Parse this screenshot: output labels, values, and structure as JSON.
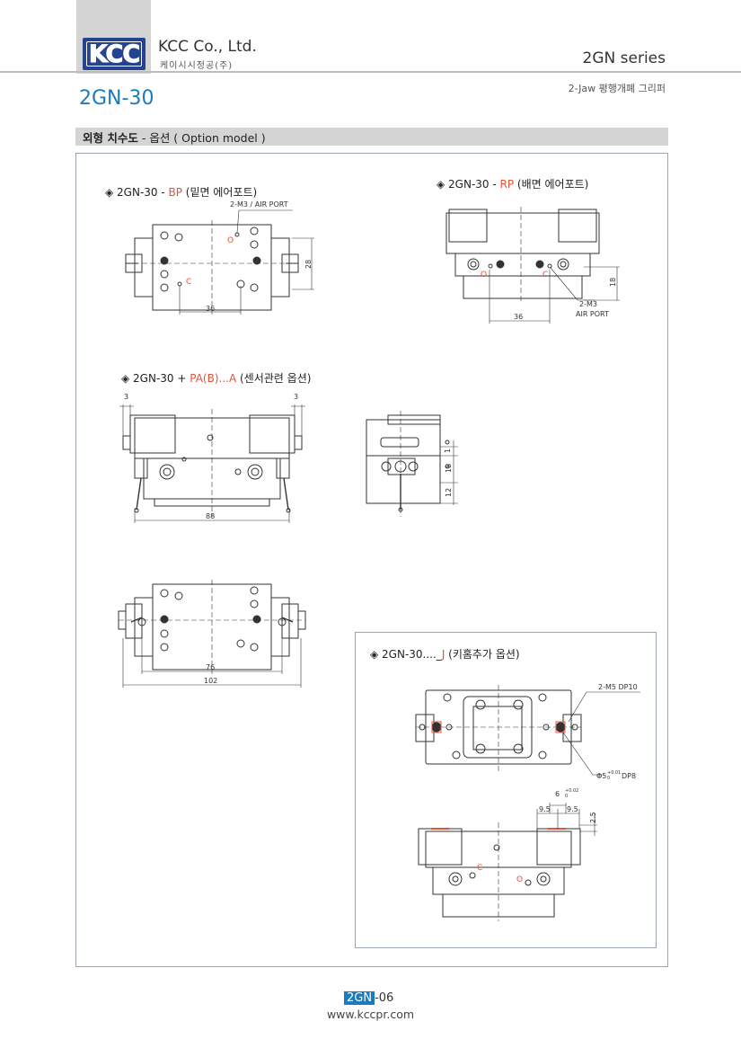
{
  "header": {
    "logo_text": "KCC",
    "company_name": "KCC Co., Ltd.",
    "company_name_kr": "케이시시정공(주)",
    "series": "2GN series",
    "subtitle": "2-Jaw 평행개폐 그리퍼"
  },
  "model": "2GN-30",
  "section": {
    "title_main": "외형 치수도",
    "title_sub": "- 옵션 ( Option model )"
  },
  "options": {
    "bp": {
      "prefix": "◈ 2GN-30 - ",
      "code": "BP",
      "desc": " (밑면 에어포트)",
      "port_note": "2-M3 / AIR PORT",
      "dim_width": "36",
      "dim_height": "28",
      "mark_o": "O",
      "mark_c": "C"
    },
    "rp": {
      "prefix": "◈ 2GN-30 - ",
      "code": "RP",
      "desc": " (배면 에어포트)",
      "port_note_1": "2-M3",
      "port_note_2": "AIR PORT",
      "dim_width": "36",
      "dim_height": "18",
      "mark_o": "O",
      "mark_c": "C"
    },
    "pa": {
      "prefix": "◈ 2GN-30 + ",
      "code": "PA(B)...A",
      "desc": " (센서관련 옵션)",
      "dim_left": "3",
      "dim_right": "3",
      "dim_width": "88",
      "dim_v1": "1",
      "dim_v2": "18",
      "dim_v3": "12",
      "dim_bottom_inner": "76",
      "dim_bottom_outer": "102"
    },
    "j": {
      "prefix": "◈ 2GN-30...._",
      "code": "J",
      "desc": " (키홈추가 옵션)",
      "hole_note": "2-M5 DP10",
      "bore_note": "Φ5",
      "bore_tol_upper": "+0.01",
      "bore_tol_lower": "0",
      "bore_depth": "DP8",
      "key_width": "6",
      "key_tol_upper": "+0.02",
      "key_tol_lower": "0",
      "dim_left": "9.5",
      "dim_right": "9.5",
      "dim_depth": "2.5",
      "mark_o": "O",
      "mark_c": "C"
    }
  },
  "footer": {
    "page_badge": "2GN",
    "page_suffix": "-06",
    "website": "www.kccpr.com"
  },
  "colors": {
    "accent_blue": "#1a7bbf",
    "logo_blue": "#26438f",
    "highlight_red": "#e0533a",
    "bar_gray": "#d4d4d4"
  }
}
